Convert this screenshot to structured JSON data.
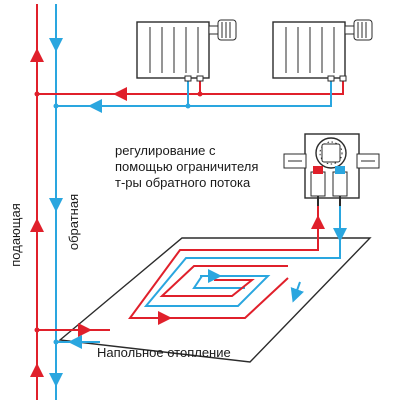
{
  "labels": {
    "supply": "подающая",
    "return": "обратная",
    "regulation_line1": "регулирование с",
    "regulation_line2": "помощью ограничителя",
    "regulation_line3": "т-ры обратного потока",
    "floor_heating": "Напольное отопление"
  },
  "colors": {
    "supply": "#e0202b",
    "return": "#2aa6df",
    "outline": "#2b2b2b",
    "background": "#ffffff"
  },
  "components": {
    "radiators": 2,
    "controller_icon": "thermostatic-mixing-unit-icon",
    "radiator_icon": "radiator-icon",
    "valve_icon": "thermostatic-valve-icon"
  }
}
